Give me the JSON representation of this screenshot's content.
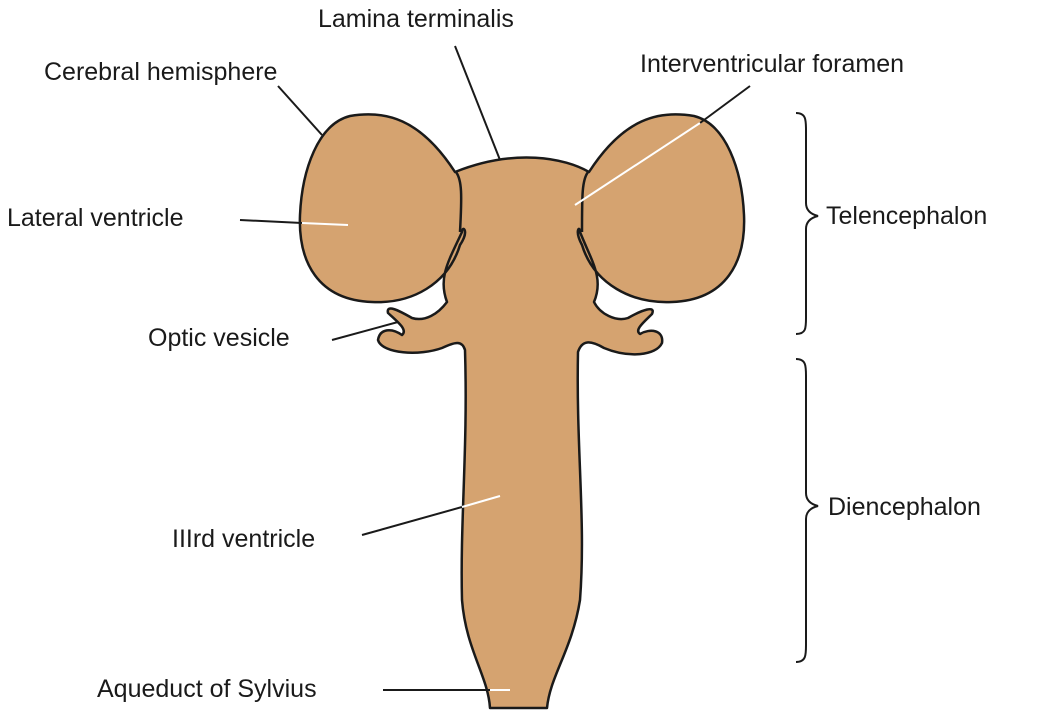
{
  "colors": {
    "tissue_fill": "#D5A370",
    "outline": "#1a1a1a",
    "background": "#ffffff"
  },
  "labels": {
    "lamina_terminalis": "Lamina terminalis",
    "cerebral_hemisphere": "Cerebral hemisphere",
    "interventricular_foramen": "Interventricular foramen",
    "lateral_ventricle": "Lateral ventricle",
    "optic_vesicle": "Optic vesicle",
    "third_ventricle": "IIIrd ventricle",
    "aqueduct_of_sylvius": "Aqueduct of Sylvius"
  },
  "regions": {
    "telencephalon": "Telencephalon",
    "diencephalon": "Diencephalon"
  }
}
